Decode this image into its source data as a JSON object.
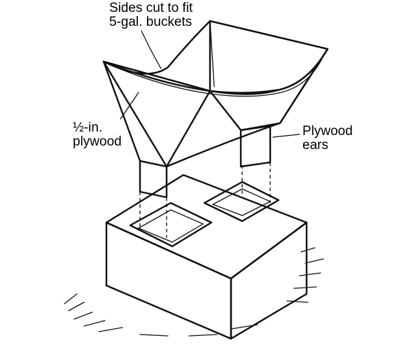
{
  "labels": {
    "sides_line1": "Sides cut to fit",
    "sides_line2": "5-gal. buckets",
    "plywood_line1": "½-in.",
    "plywood_line2": "plywood",
    "ears_line1": "Plywood",
    "ears_line2": "ears"
  }
}
